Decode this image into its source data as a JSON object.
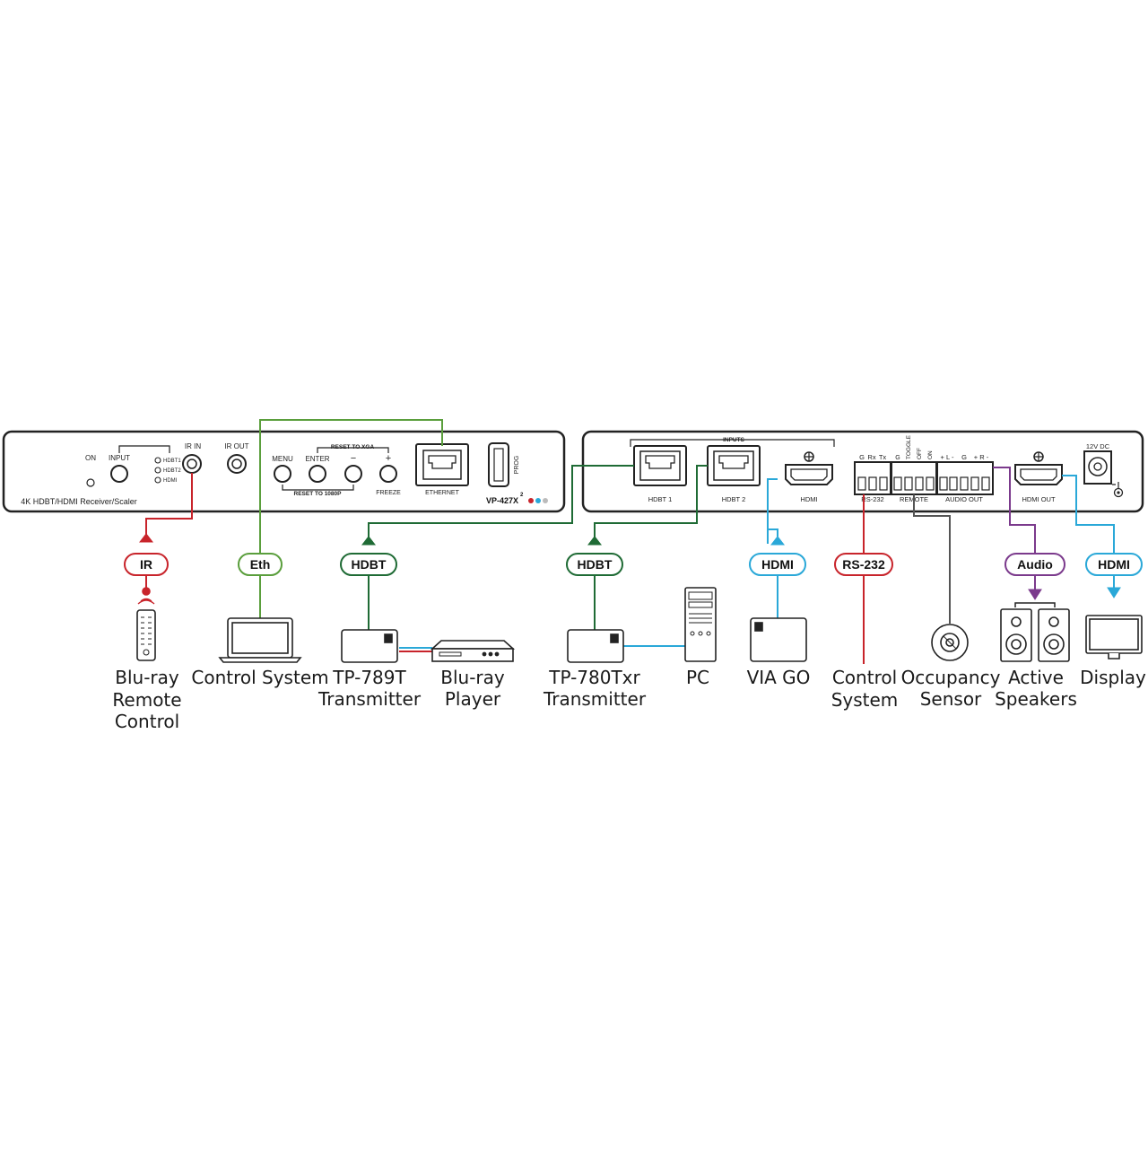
{
  "front_panel": {
    "description_label": "4K HDBT/HDMI  Receiver/Scaler",
    "on_label": "ON",
    "input_label": "INPUT",
    "input_leds": [
      "HDBT1",
      "HDBT2",
      "HDMI"
    ],
    "ir_in_label": "IR IN",
    "ir_out_label": "IR OUT",
    "menu_label": "MENU",
    "enter_label": "ENTER",
    "minus_label": "−",
    "plus_label": "+",
    "reset_xga_label": "RESET TO XGA",
    "reset_1080p_label": "RESET TO 1080P",
    "freeze_label": "FREEZE",
    "ethernet_label": "ETHERNET",
    "prog_label": "PROG",
    "model_label": "VP-427X",
    "model_superscript": "2"
  },
  "rear_panel": {
    "inputs_label": "INPUTS",
    "hdbt1_label": "HDBT 1",
    "hdbt2_label": "HDBT 2",
    "hdmi_label": "HDMI",
    "rs232_pins": [
      "G",
      "Rx",
      "Tx"
    ],
    "rs232_label": "RS-232",
    "remote_pins": [
      "G",
      "TOGGLE",
      "OFF",
      "ON"
    ],
    "remote_label": "REMOTE",
    "audio_pins": [
      "+ L -",
      "G",
      "+ R -"
    ],
    "audio_out_label": "AUDIO OUT",
    "hdmi_out_label": "HDMI OUT",
    "power_label": "12V DC"
  },
  "connections": [
    {
      "tag": "IR",
      "color": "#c8242b",
      "device_lines": [
        "Blu-ray",
        "Remote",
        "Control"
      ]
    },
    {
      "tag": "Eth",
      "color": "#5a9e3c",
      "device_lines": [
        "Control System"
      ]
    },
    {
      "tag": "HDBT",
      "color": "#1f6b35",
      "device_lines": [
        "TP-789T",
        "Transmitter"
      ]
    },
    {
      "tag": "",
      "color": "",
      "device_lines": [
        "Blu-ray",
        "Player"
      ]
    },
    {
      "tag": "HDBT",
      "color": "#1f6b35",
      "device_lines": [
        "TP-780Txr",
        "Transmitter"
      ]
    },
    {
      "tag": "",
      "color": "",
      "device_lines": [
        "PC"
      ]
    },
    {
      "tag": "HDMI",
      "color": "#2aa8d8",
      "device_lines": [
        "VIA GO"
      ]
    },
    {
      "tag": "RS-232",
      "color": "#c8242b",
      "device_lines": [
        "Control",
        "System"
      ]
    },
    {
      "tag": "",
      "color": "#555555",
      "device_lines": [
        "Occupancy",
        "Sensor"
      ]
    },
    {
      "tag": "Audio",
      "color": "#7b3a8c",
      "device_lines": [
        "Active",
        "Speakers"
      ]
    },
    {
      "tag": "HDMI",
      "color": "#2aa8d8",
      "device_lines": [
        "Display"
      ]
    }
  ],
  "colors": {
    "ir": "#c8242b",
    "eth": "#5a9e3c",
    "hdbt": "#1f6b35",
    "hdmi": "#2aa8d8",
    "rs232": "#c8242b",
    "audio": "#7b3a8c",
    "sensor": "#555555",
    "panel_stroke": "#222222"
  }
}
